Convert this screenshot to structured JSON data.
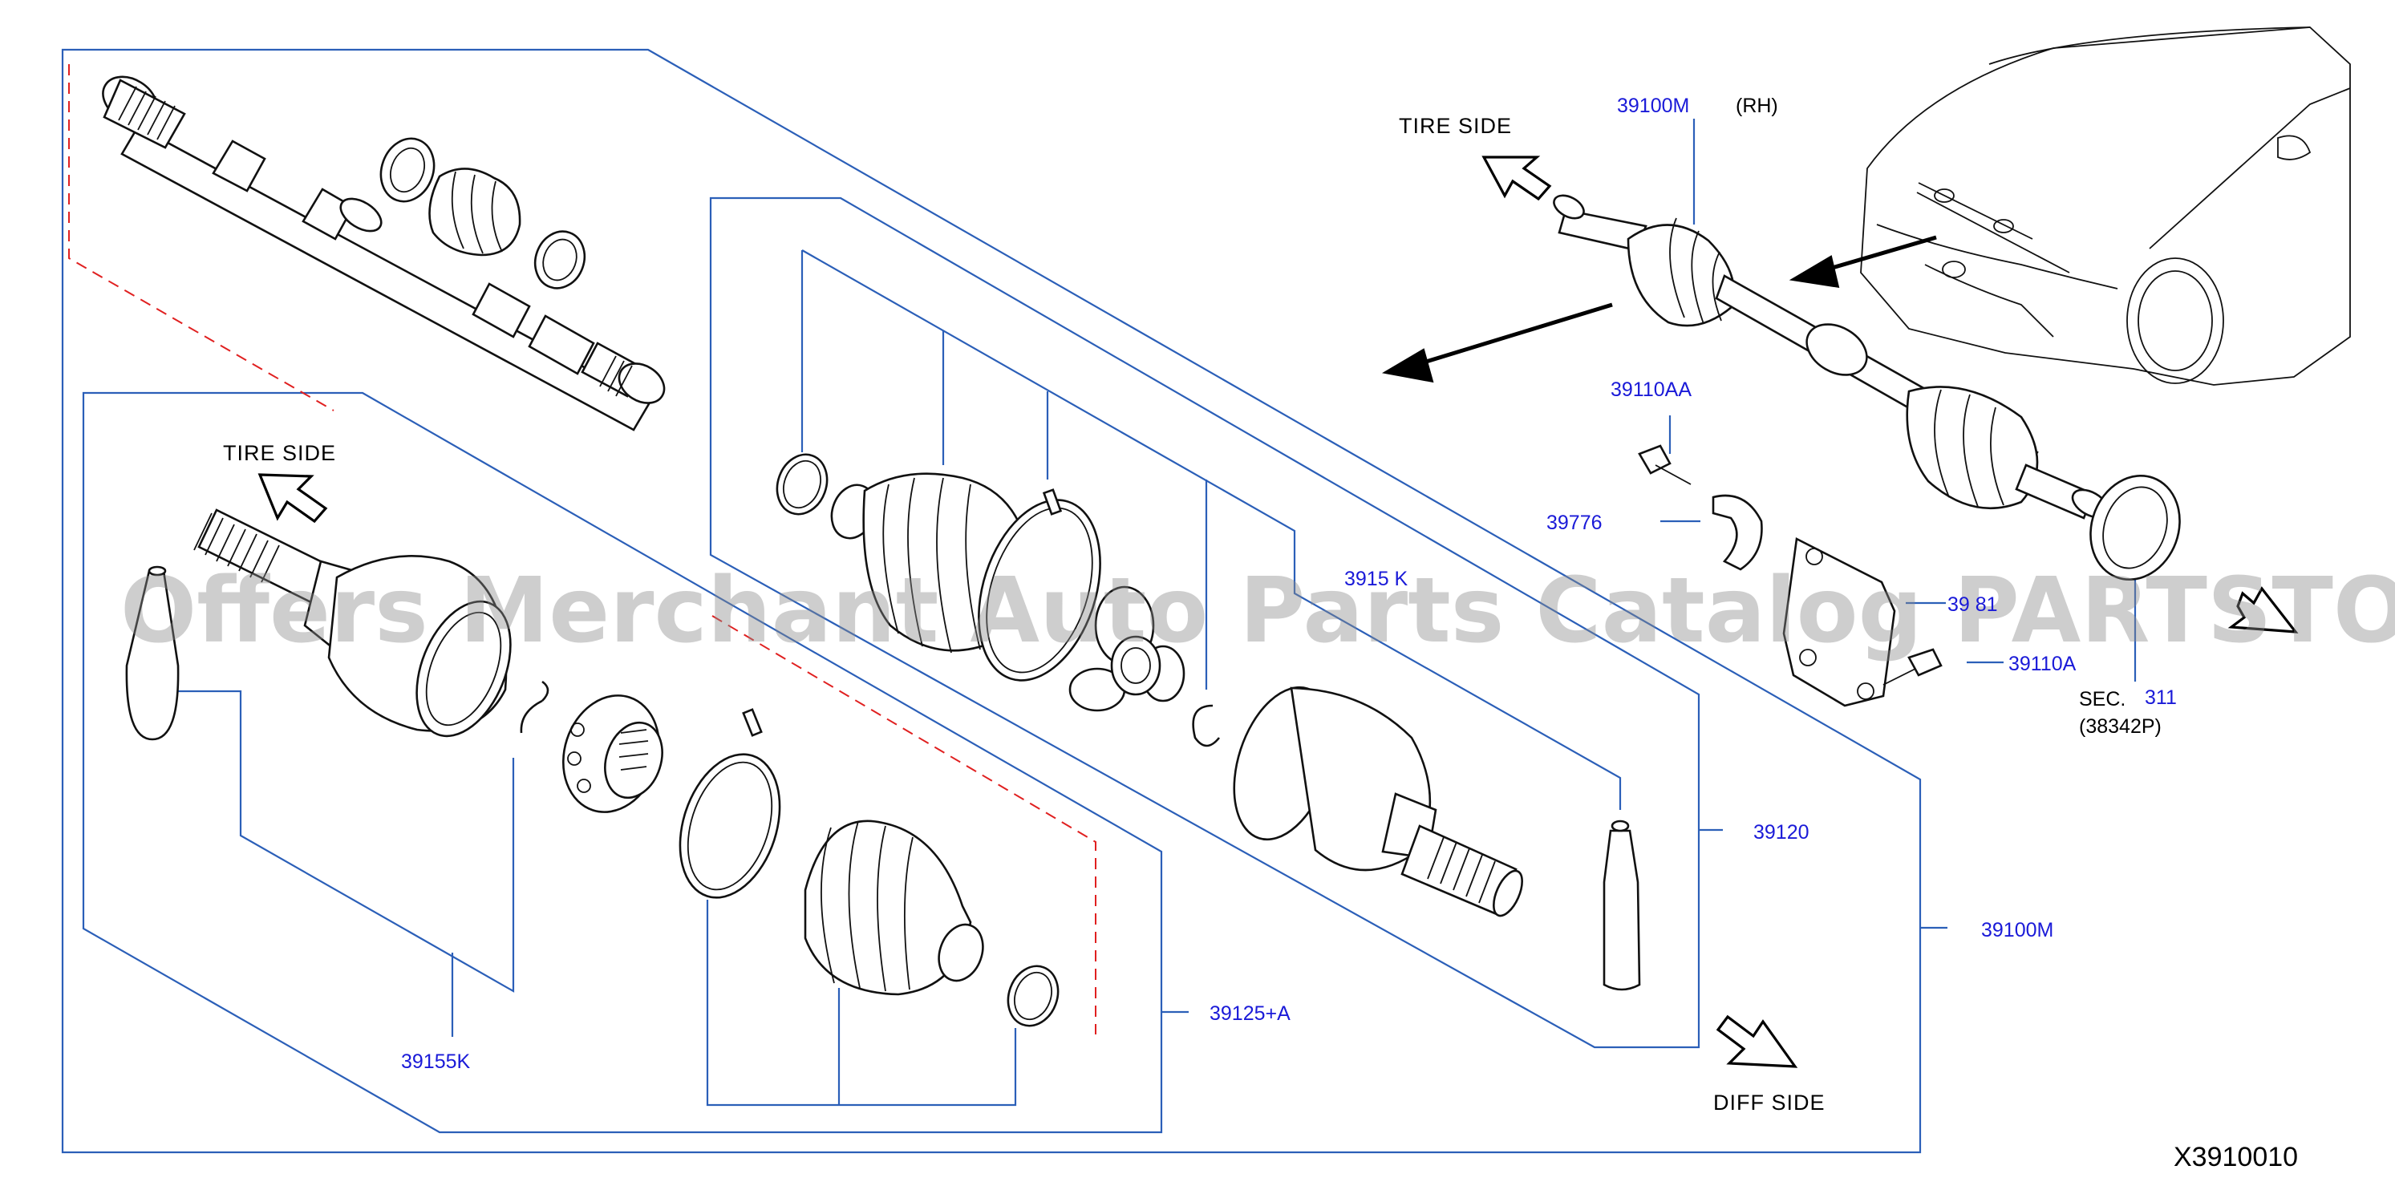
{
  "diagram": {
    "code": "X3910010",
    "watermark": "Offers Merchant Auto Parts Catalog PARTSTORE.SA",
    "side_labels": {
      "tire_side_upper": "TIRE   SIDE",
      "tire_side_lower": "TIRE   SIDE",
      "diff_side": "DIFF   SIDE"
    },
    "parts": {
      "p39100M_top": "39100M",
      "p39100M_top_note": "(RH)",
      "p39100M_right": "39100M",
      "p39110AA": "39110AA",
      "p39776": "39776",
      "p39_81": "39 81",
      "p39110A": "39110A",
      "sec_label": "SEC.",
      "sec_number": "311",
      "sec_part": "(38342P)",
      "p39156K": "3915 K",
      "p39120": "39120",
      "p39125A": "39125+A",
      "p39155K": "39155K"
    },
    "colors": {
      "callout_text": "#1a1ad8",
      "frame_lines": "#2b5fb8",
      "guide_dashes": "#e02020",
      "linework": "#111111"
    }
  }
}
